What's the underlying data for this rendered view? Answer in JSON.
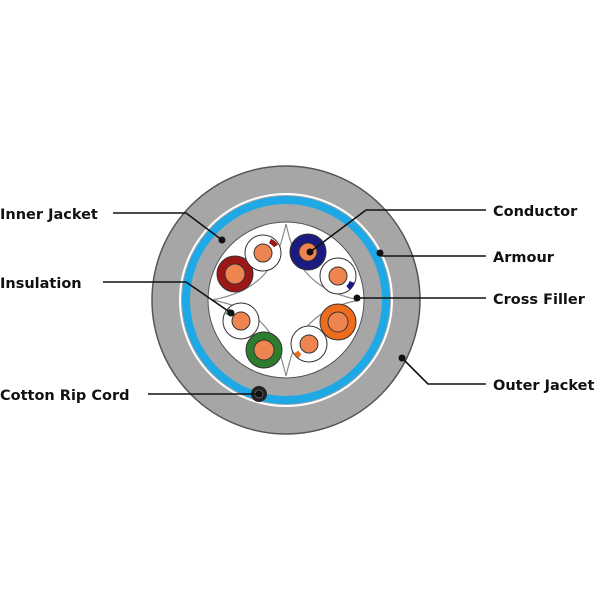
{
  "labels": {
    "inner_jacket": "Inner Jacket",
    "insulation": "Insulation",
    "cotton_rip_cord": "Cotton Rip Cord",
    "conductor": "Conductor",
    "armour": "Armour",
    "cross_filler": "Cross Filler",
    "outer_jacket": "Outer Jacket"
  },
  "colors": {
    "outer_jacket": "#a6a6a6",
    "armour": "#1ea8e6",
    "inner_jacket": "#a6a6a6",
    "core": "#ffffff",
    "conductor": "#ee8550",
    "pair_blue": "#1a1a80",
    "pair_orange": "#ef6c1c",
    "pair_green": "#2e7d2e",
    "pair_brown": "#9e1717",
    "rip_cord": "#222222"
  }
}
